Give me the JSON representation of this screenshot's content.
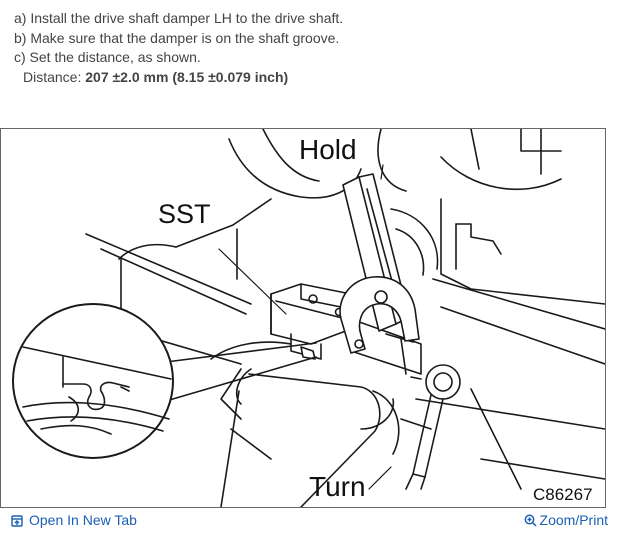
{
  "instructions": {
    "step_a": "a) Install the drive shaft damper LH to the drive shaft.",
    "step_b": "b) Make sure that the damper is on the shaft groove.",
    "step_c": "c) Set the distance, as shown.",
    "distance_label": "Distance: ",
    "distance_value": "207 ±2.0 mm (8.15 ±0.079 inch)"
  },
  "figure": {
    "label_hold": "Hold",
    "label_sst": "SST",
    "label_turn": "Turn",
    "figure_code": "C86267"
  },
  "footer": {
    "open_tab_label": "Open In New Tab",
    "zoom_label": "Zoom/Print",
    "link_color": "#1a5fb4"
  },
  "icons": {
    "open_tab": "open-in-new-tab-icon",
    "zoom": "zoom-magnifier-icon"
  }
}
